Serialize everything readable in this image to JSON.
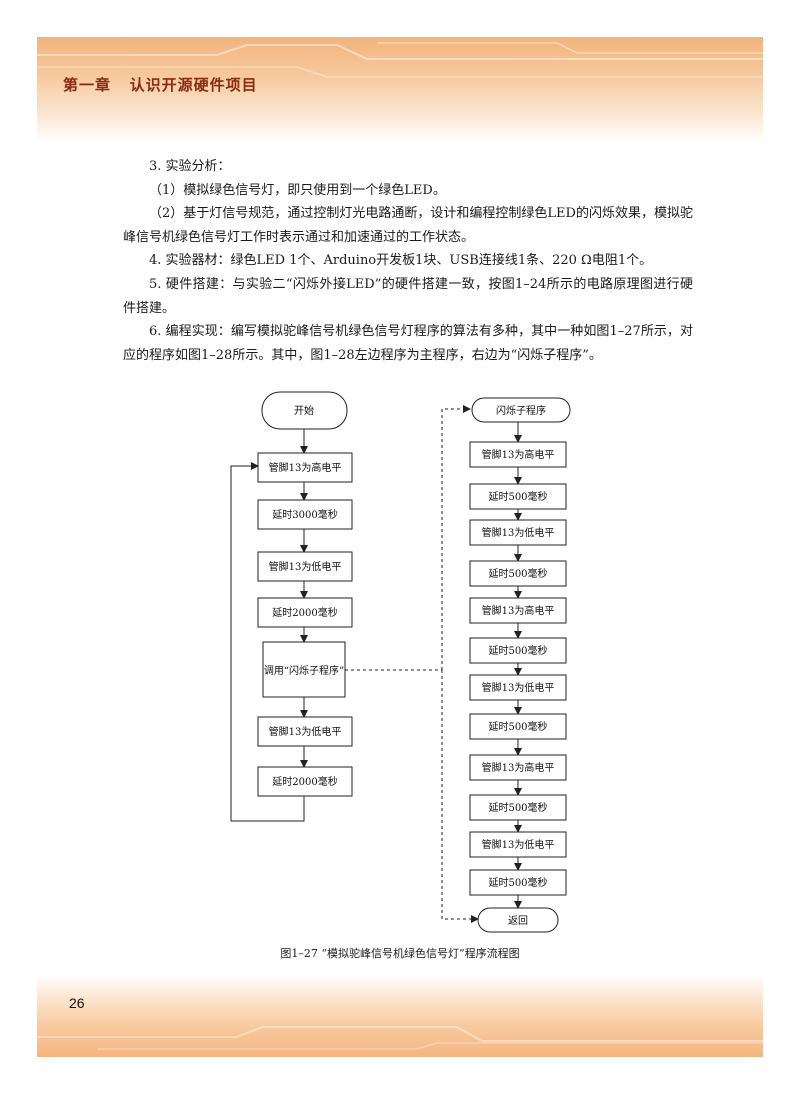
{
  "header": {
    "chapter_title": "第一章   认识开源硬件项目"
  },
  "body": {
    "paragraphs": [
      "3. 实验分析：",
      "（1）模拟绿色信号灯，即只使用到一个绿色LED。",
      "（2）基于灯信号规范，通过控制灯光电路通断，设计和编程控制绿色LED的闪烁效果，模拟驼峰信号机绿色信号灯工作时表示通过和加速通过的工作状态。",
      "4. 实验器材：绿色LED 1个、Arduino开发板1块、USB连接线1条、220 Ω电阻1个。",
      "5. 硬件搭建：与实验二“闪烁外接LED”的硬件搭建一致，按图1–24所示的电路原理图进行硬件搭建。",
      "6. 编程实现：编写模拟驼峰信号机绿色信号灯程序的算法有多种，其中一种如图1–27所示，对应的程序如图1–28所示。其中，图1–28左边程序为主程序，右边为“闪烁子程序”。"
    ]
  },
  "flowchart": {
    "main": {
      "start": "开始",
      "steps": [
        "管脚13为高电平",
        "延时3000毫秒",
        "管脚13为低电平",
        "延时2000毫秒",
        "调用“闪烁子程序”",
        "管脚13为低电平",
        "延时2000毫秒"
      ]
    },
    "sub": {
      "start": "闪烁子程序",
      "steps": [
        "管脚13为高电平",
        "延时500毫秒",
        "管脚13为低电平",
        "延时500毫秒",
        "管脚13为高电平",
        "延时500毫秒",
        "管脚13为低电平",
        "延时500毫秒",
        "管脚13为高电平",
        "延时500毫秒",
        "管脚13为低电平",
        "延时500毫秒"
      ],
      "end": "返回"
    },
    "caption": "图1–27    “模拟驼峰信号机绿色信号灯”程序流程图"
  },
  "footer": {
    "page_number": "26"
  }
}
